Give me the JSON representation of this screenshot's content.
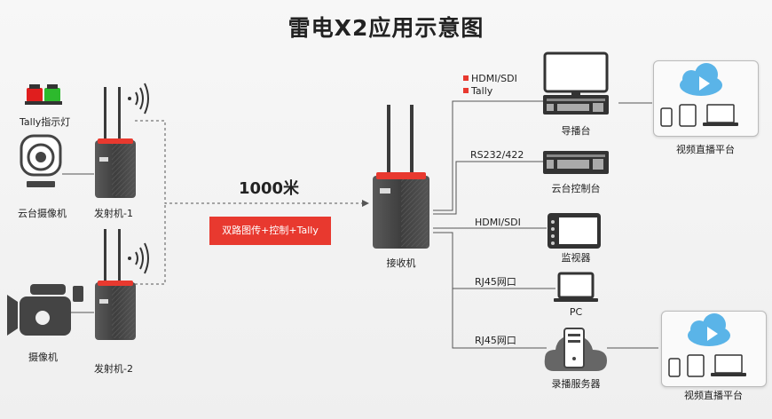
{
  "title": "雷电X2应用示意图",
  "distance": "1000米",
  "link_features": "双路图传+控制+Tally",
  "receiver_label": "接收机",
  "tally_label": "Tally指示灯",
  "ptz_camera_label": "云台摄像机",
  "camera_label": "摄像机",
  "transmitter1_label": "发射机-1",
  "transmitter2_label": "发射机-2",
  "switcher_label": "导播台",
  "ptz_controller_label": "云台控制台",
  "monitor_label": "监视器",
  "pc_label": "PC",
  "recording_server_label": "录播服务器",
  "platform1_label": "视频直播平台",
  "platform2_label": "视频直播平台",
  "legend": {
    "hdmi_sdi": "HDMI/SDI",
    "tally": "Tally"
  },
  "links": {
    "rs232": "RS232/422",
    "hdmi_sdi": "HDMI/SDI",
    "rj45_1": "RJ45网口",
    "rj45_2": "RJ45网口"
  },
  "colors": {
    "accent": "#e8392f",
    "device": "#4a4a4a",
    "line": "#555555",
    "cloud": "#5ab4e8"
  }
}
